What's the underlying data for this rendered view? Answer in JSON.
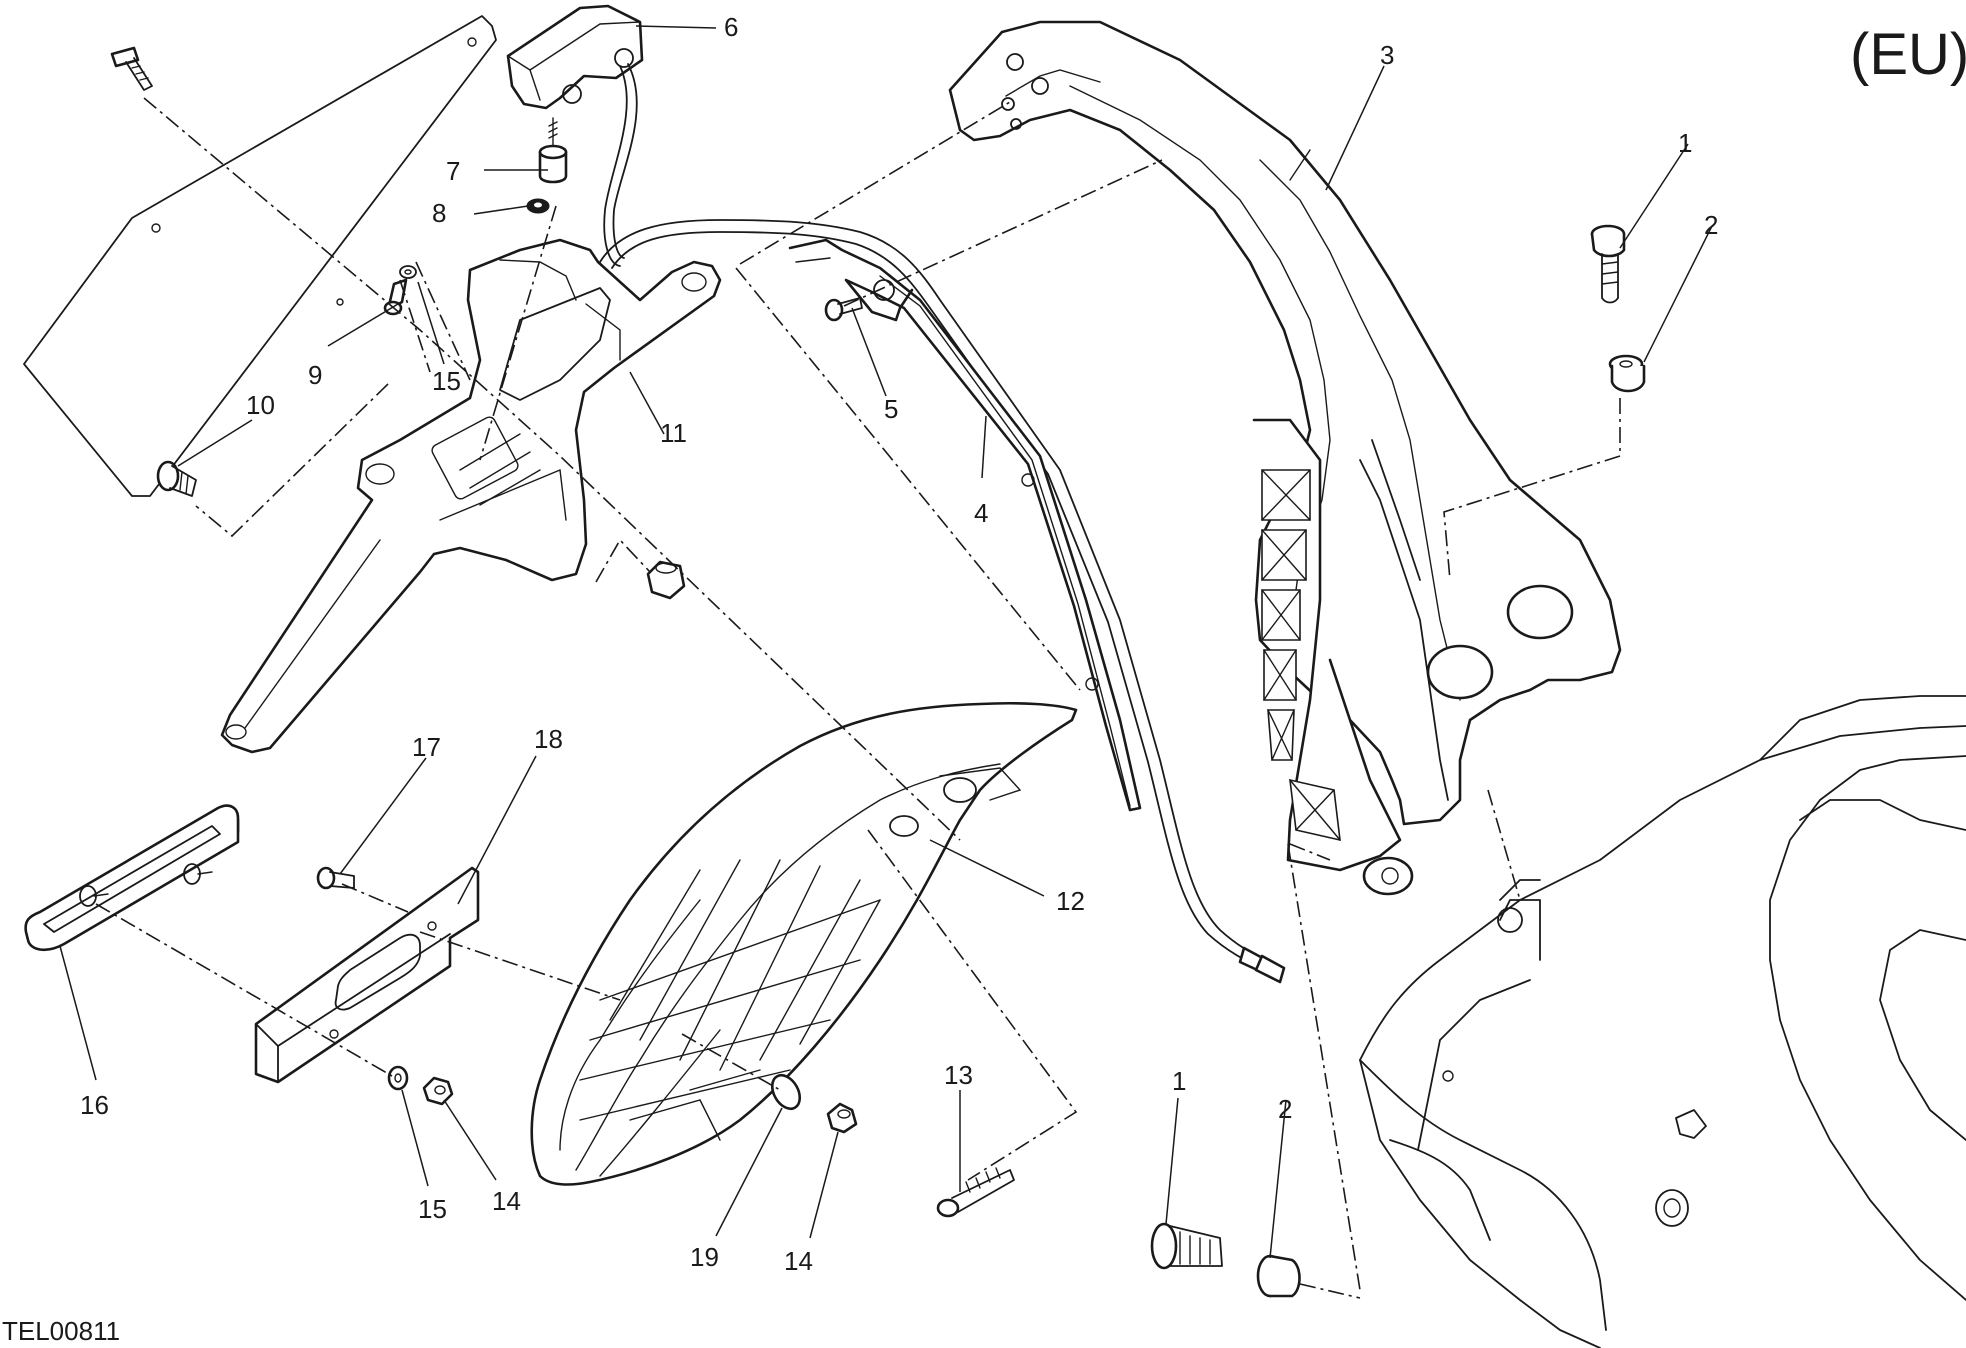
{
  "region_label": "(EU)",
  "drawing_code": "TEL00811",
  "callouts": {
    "c1a": "1",
    "c2a": "2",
    "c3": "3",
    "c4": "4",
    "c5": "5",
    "c6": "6",
    "c7": "7",
    "c8": "8",
    "c9": "9",
    "c10": "10",
    "c11": "11",
    "c12": "12",
    "c13": "13",
    "c14a": "14",
    "c14b": "14",
    "c15a": "15",
    "c15b": "15",
    "c16": "16",
    "c17": "17",
    "c18": "18",
    "c19": "19",
    "c1b": "1",
    "c2b": "2"
  }
}
